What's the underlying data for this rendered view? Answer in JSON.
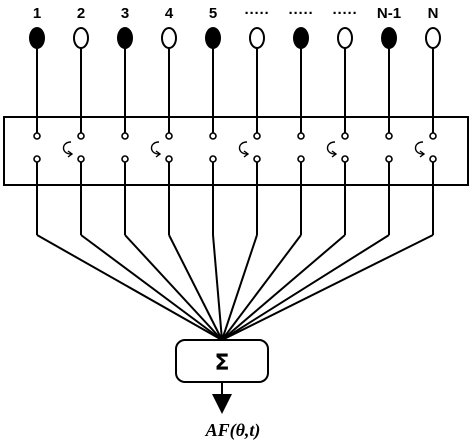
{
  "elements": [
    {
      "label": "1",
      "state": "on"
    },
    {
      "label": "2",
      "state": "off"
    },
    {
      "label": "3",
      "state": "on"
    },
    {
      "label": "4",
      "state": "off"
    },
    {
      "label": "5",
      "state": "on"
    },
    {
      "label": "·····",
      "state": "off"
    },
    {
      "label": "·····",
      "state": "on"
    },
    {
      "label": "·····",
      "state": "off"
    },
    {
      "label": "N-1",
      "state": "on"
    },
    {
      "label": "N",
      "state": "off"
    }
  ],
  "summer": {
    "symbol": "Σ"
  },
  "output": {
    "label": "AF(θ,t)"
  },
  "colors": {
    "line": "#000000",
    "on_fill": "#000000",
    "off_fill": "#ffffff"
  }
}
